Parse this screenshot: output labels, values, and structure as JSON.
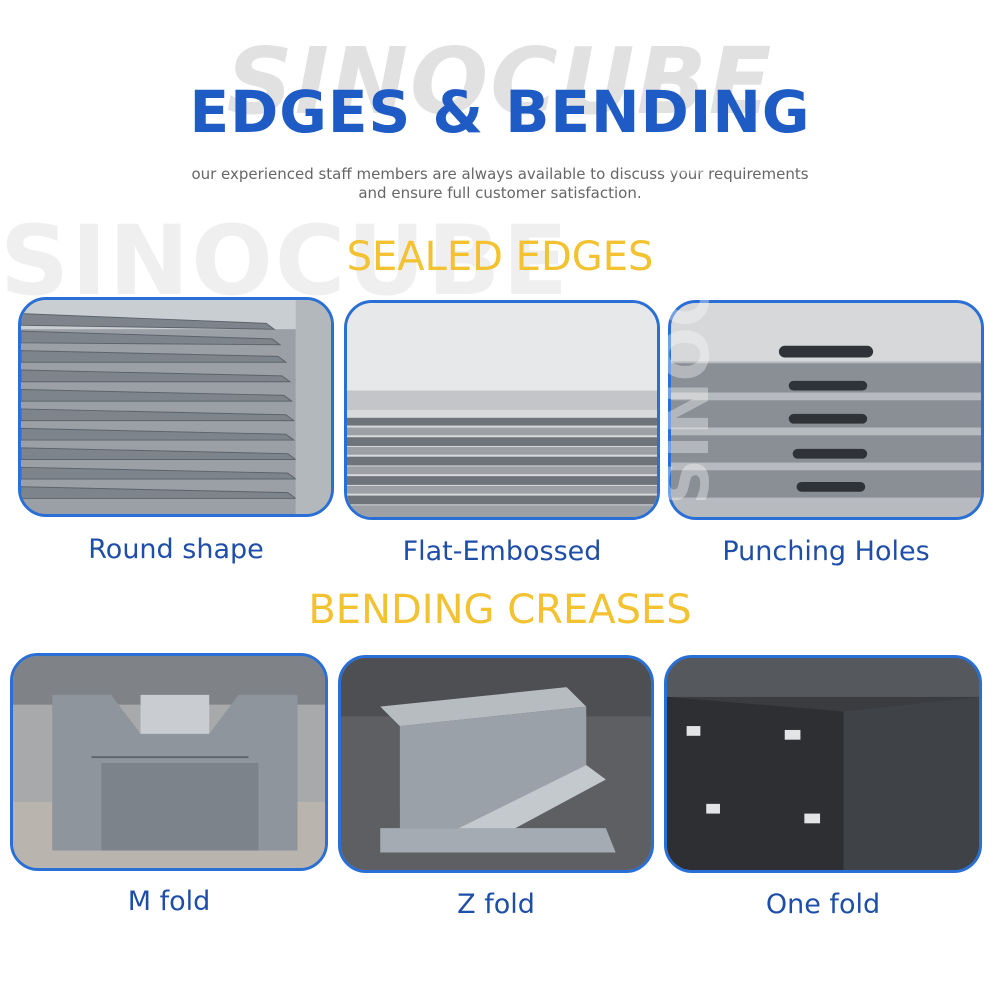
{
  "brand": {
    "watermark": "SINOCUBE"
  },
  "header": {
    "title": "EDGES & BENDING",
    "subtitle_line1": "our experienced staff members are always available to discuss your requirements",
    "subtitle_line2": "and ensure full customer satisfaction."
  },
  "sealed_edges": {
    "heading": "SEALED EDGES",
    "items": [
      {
        "label": "Round shape"
      },
      {
        "label": "Flat-Embossed"
      },
      {
        "label": "Punching Holes"
      }
    ]
  },
  "bending_creases": {
    "heading": "BENDING CREASES",
    "items": [
      {
        "label": "M fold"
      },
      {
        "label": "Z fold"
      },
      {
        "label": "One fold"
      }
    ]
  },
  "colors": {
    "title_blue": "#1f5bc4",
    "heading_yellow": "#f2c232",
    "border_blue": "#2a6fd6"
  }
}
